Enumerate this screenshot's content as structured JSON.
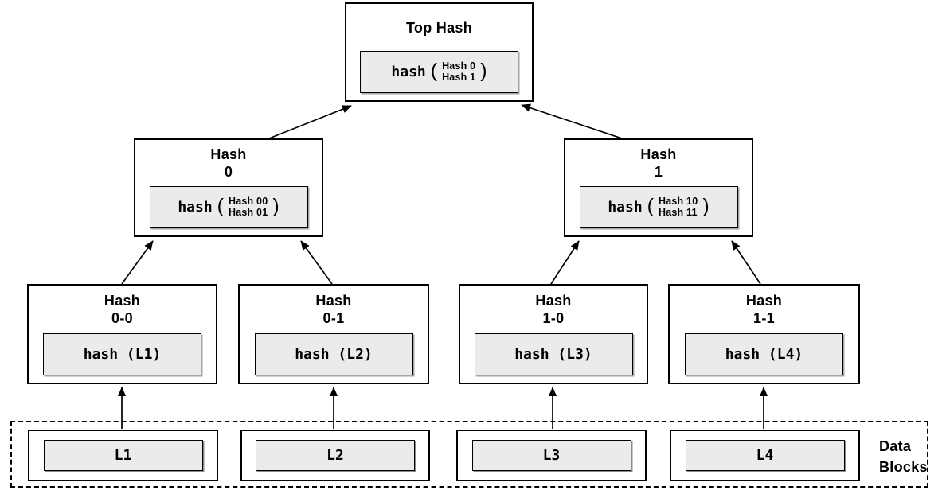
{
  "glyphs": {
    "paren_open": "(",
    "paren_close": ")"
  },
  "tree": {
    "top": {
      "title": "Top Hash",
      "fn": "hash",
      "args": [
        "Hash 0",
        "Hash 1"
      ]
    },
    "level1": [
      {
        "title": "Hash",
        "subtitle": "0",
        "fn": "hash",
        "args": [
          "Hash 00",
          "Hash 01"
        ]
      },
      {
        "title": "Hash",
        "subtitle": "1",
        "fn": "hash",
        "args": [
          "Hash 10",
          "Hash 11"
        ]
      }
    ],
    "level2": [
      {
        "title": "Hash",
        "subtitle": "0-0",
        "content": "hash (L1)"
      },
      {
        "title": "Hash",
        "subtitle": "0-1",
        "content": "hash (L2)"
      },
      {
        "title": "Hash",
        "subtitle": "1-0",
        "content": "hash (L3)"
      },
      {
        "title": "Hash",
        "subtitle": "1-1",
        "content": "hash (L4)"
      }
    ]
  },
  "data_blocks": {
    "label_line1": "Data",
    "label_line2": "Blocks",
    "blocks": [
      "L1",
      "L2",
      "L3",
      "L4"
    ]
  },
  "colors": {
    "line": "#000000",
    "box_fill": "#ffffff",
    "inner_fill": "#ebebeb"
  }
}
